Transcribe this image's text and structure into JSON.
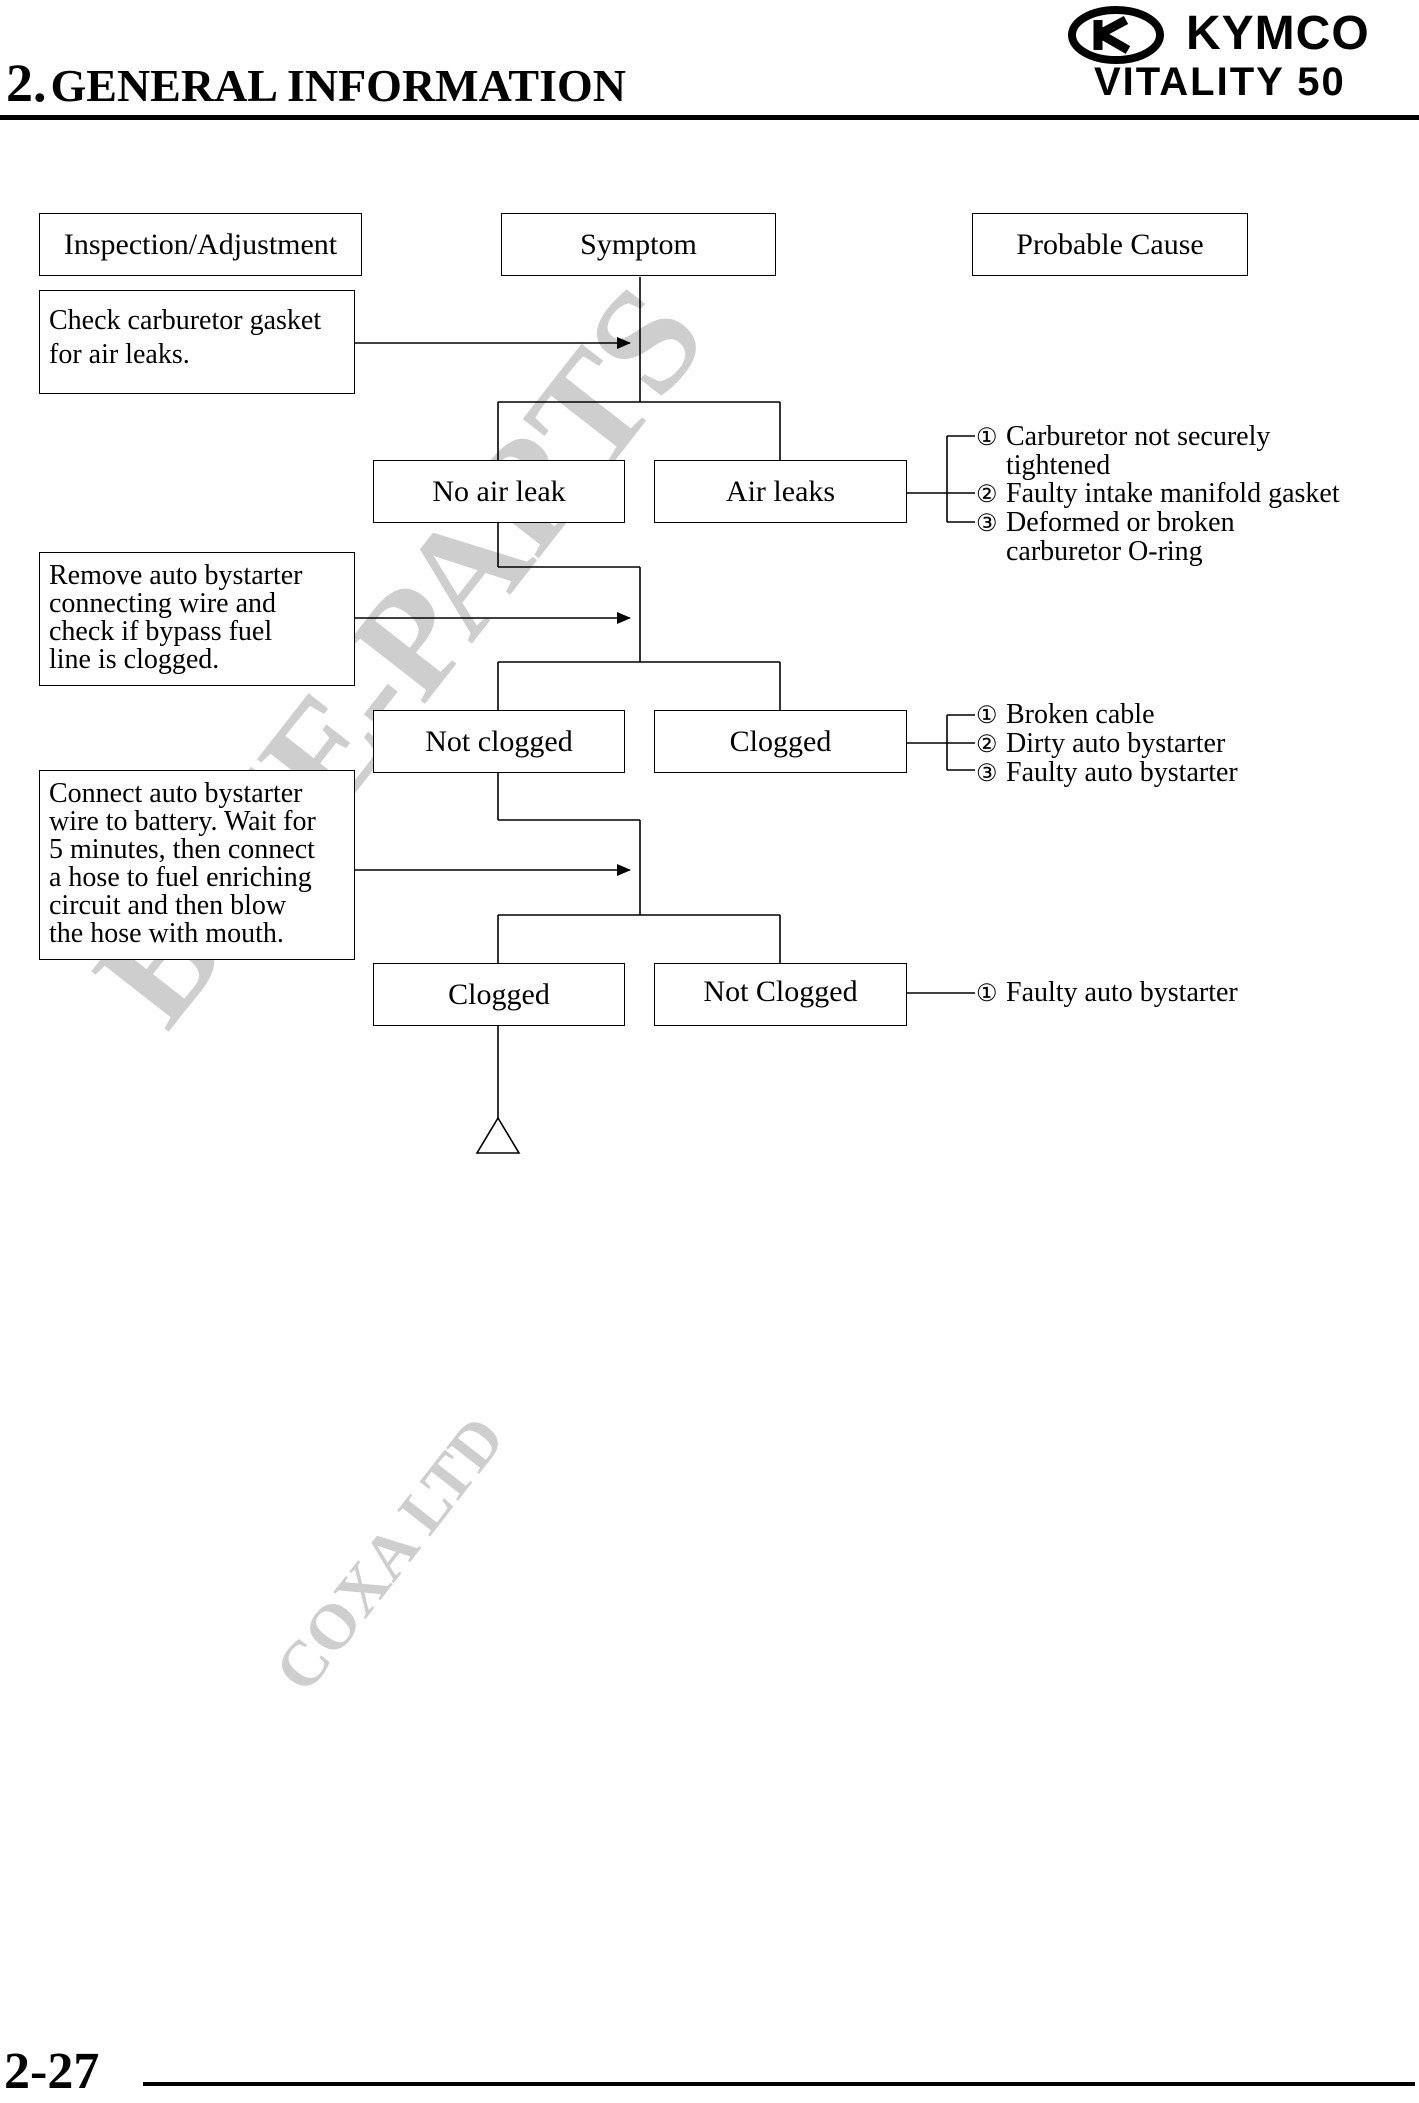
{
  "header": {
    "chapter_number": "2.",
    "chapter_title": "GENERAL INFORMATION",
    "brand": "KYMCO",
    "model": "VITALITY 50"
  },
  "columns": {
    "inspection": "Inspection/Adjustment",
    "symptom": "Symptom",
    "cause": "Probable Cause"
  },
  "steps": [
    {
      "inspection": [
        "Check carburetor gasket",
        "for air leaks."
      ],
      "left": "No air leak",
      "right": "Air leaks",
      "causes": [
        {
          "num": "①",
          "text": "Carburetor not securely"
        },
        {
          "num": "",
          "text": "tightened"
        },
        {
          "num": "②",
          "text": "Faulty intake manifold gasket"
        },
        {
          "num": "③",
          "text": "Deformed or broken"
        },
        {
          "num": "",
          "text": "carburetor O-ring"
        }
      ]
    },
    {
      "inspection": [
        "Remove auto bystarter",
        "connecting wire and",
        "check if bypass fuel",
        "line is clogged."
      ],
      "left": "Not clogged",
      "right": "Clogged",
      "causes": [
        {
          "num": "①",
          "text": "Broken cable"
        },
        {
          "num": "②",
          "text": "Dirty auto bystarter"
        },
        {
          "num": "③",
          "text": "Faulty auto bystarter"
        }
      ]
    },
    {
      "inspection": [
        "Connect auto bystarter",
        "wire to battery. Wait for",
        "5 minutes, then connect",
        "a hose to fuel enriching",
        "circuit and then blow",
        "the hose with mouth."
      ],
      "left": "Clogged",
      "right": "Not Clogged",
      "causes": [
        {
          "num": "①",
          "text": "Faulty auto bystarter"
        }
      ]
    }
  ],
  "watermark": {
    "main": "BIKE-PARTS",
    "sub": "COXA LTD"
  },
  "footer": {
    "page_number": "2-27"
  }
}
